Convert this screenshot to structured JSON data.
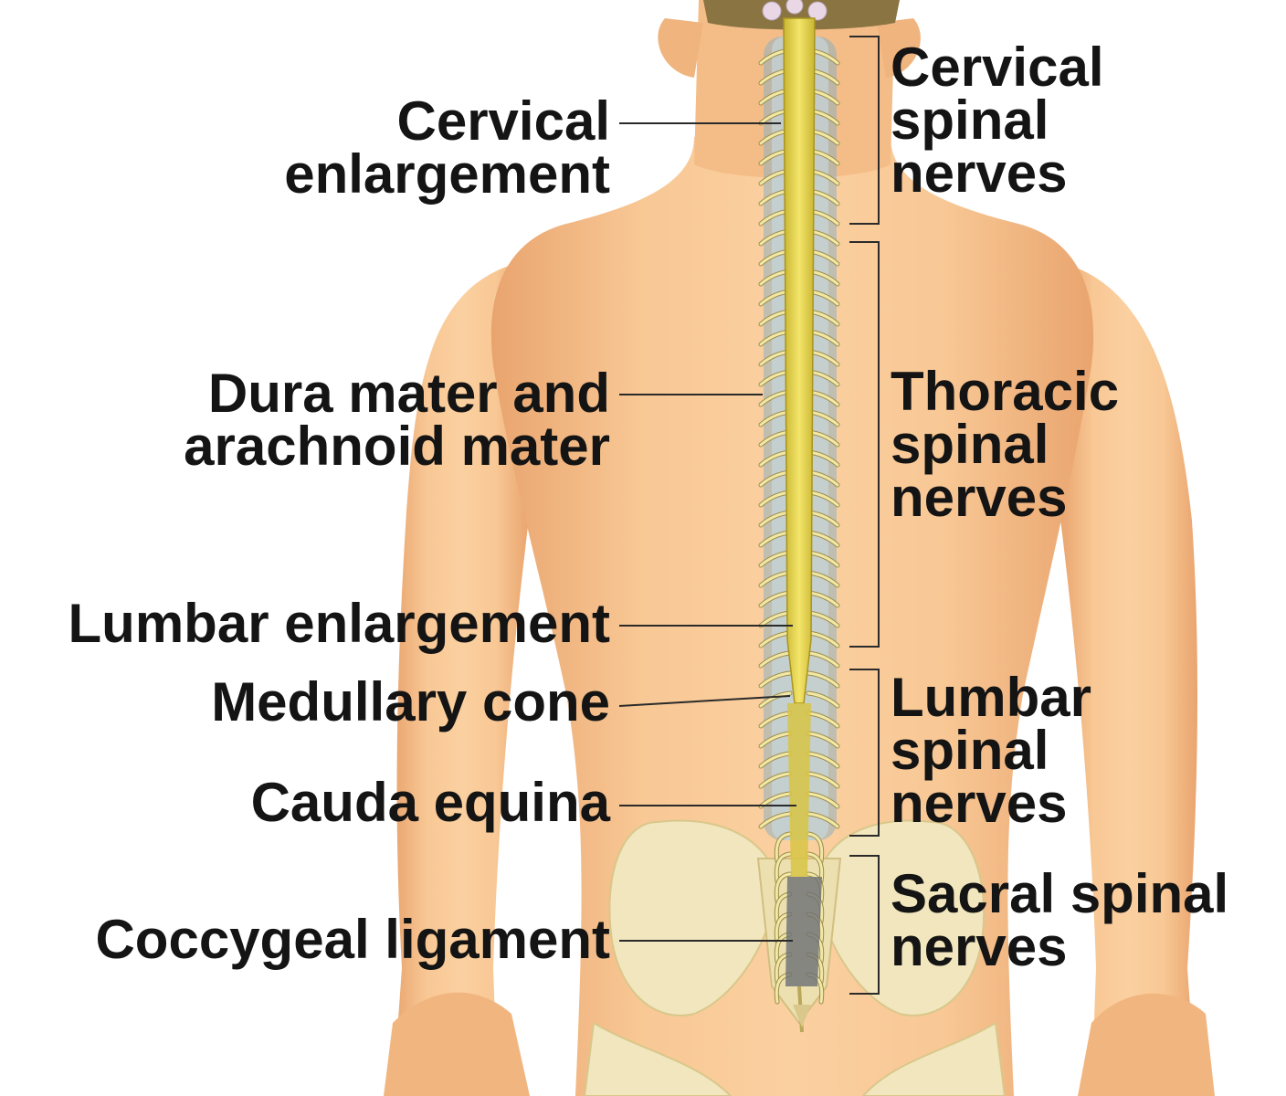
{
  "figure": {
    "left_labels": [
      {
        "id": "cervical-enlargement",
        "lines": [
          "Cervical",
          "enlargement"
        ]
      },
      {
        "id": "dura-mater",
        "lines": [
          "Dura mater and",
          "arachnoid mater"
        ]
      },
      {
        "id": "lumbar-enlargement",
        "lines": [
          "Lumbar enlargement"
        ]
      },
      {
        "id": "medullary-cone",
        "lines": [
          "Medullary cone"
        ]
      },
      {
        "id": "cauda-equina",
        "lines": [
          "Cauda equina"
        ]
      },
      {
        "id": "coccygeal-ligament",
        "lines": [
          "Coccygeal ligament"
        ]
      }
    ],
    "right_labels": [
      {
        "id": "cervical-spinal-nerves",
        "lines": [
          "Cervical",
          "spinal",
          "nerves"
        ]
      },
      {
        "id": "thoracic-spinal-nerves",
        "lines": [
          "Thoracic",
          "spinal",
          "nerves"
        ]
      },
      {
        "id": "lumbar-spinal-nerves",
        "lines": [
          "Lumbar",
          "spinal",
          "nerves"
        ]
      },
      {
        "id": "sacral-spinal-nerves",
        "lines": [
          "Sacral spinal",
          "nerves"
        ]
      }
    ],
    "colors": {
      "skin": "#f6c28f",
      "skin_shadow": "#e8a672",
      "bone": "#efe3b6",
      "spinal_cord": "#e6d64a",
      "nerve": "#f2e8a6",
      "vertebra": "#8fb0bf",
      "hair": "#8a7442",
      "text": "#141414"
    }
  }
}
